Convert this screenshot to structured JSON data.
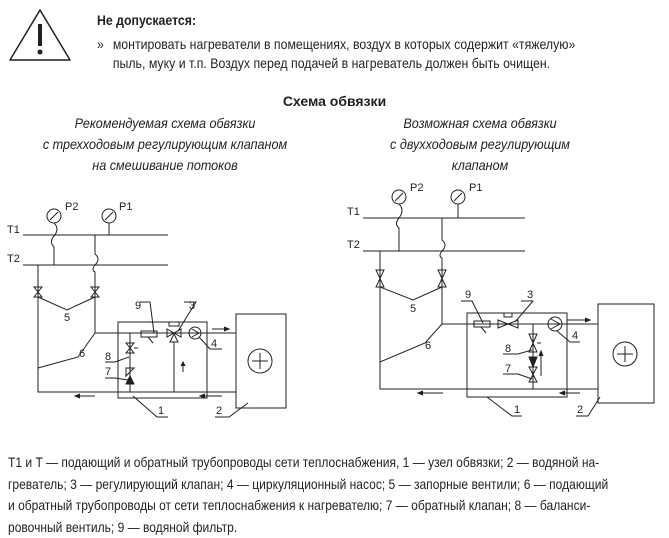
{
  "warning": {
    "icon": "warning-triangle-icon",
    "title": "Не допускается:",
    "bullet": "»",
    "line1": "монтировать нагреватели в помещениях, воздух в которых содержит «тяжелую»",
    "line2": "пыль, муку и т.п. Воздух перед подачей в нагреватель должен быть очищен."
  },
  "scheme": {
    "title": "Схема обвязки",
    "left_caption": [
      "Рекомендуемая схема обвязки",
      "с трехходовым регулирующим клапаном",
      "на смешивание потоков"
    ],
    "right_caption": [
      "Возможная схема обвязки",
      "с двухходовым регулирующим",
      "клапаном"
    ],
    "labels": {
      "T1": "T1",
      "T2": "T2",
      "P1": "P1",
      "P2": "P2",
      "n1": "1",
      "n2": "2",
      "n3": "3",
      "n4": "4",
      "n5": "5",
      "n6": "6",
      "n7": "7",
      "n8": "8",
      "n9": "9"
    }
  },
  "legend": [
    "T1 и T  — подающий и обратный трубопроводы сети теплоснабжения, 1 — узел обвязки; 2 — водяной на-",
    "греватель; 3 — регулирующий клапан; 4 — циркуляционный насос; 5 — запорные вентили; 6 — подающий",
    "и обратный трубопроводы от сети теплоснабжения к нагревателю; 7 — обратный клапан; 8 — баланси-",
    "ровочный вентиль; 9 — водяной фильтр."
  ]
}
